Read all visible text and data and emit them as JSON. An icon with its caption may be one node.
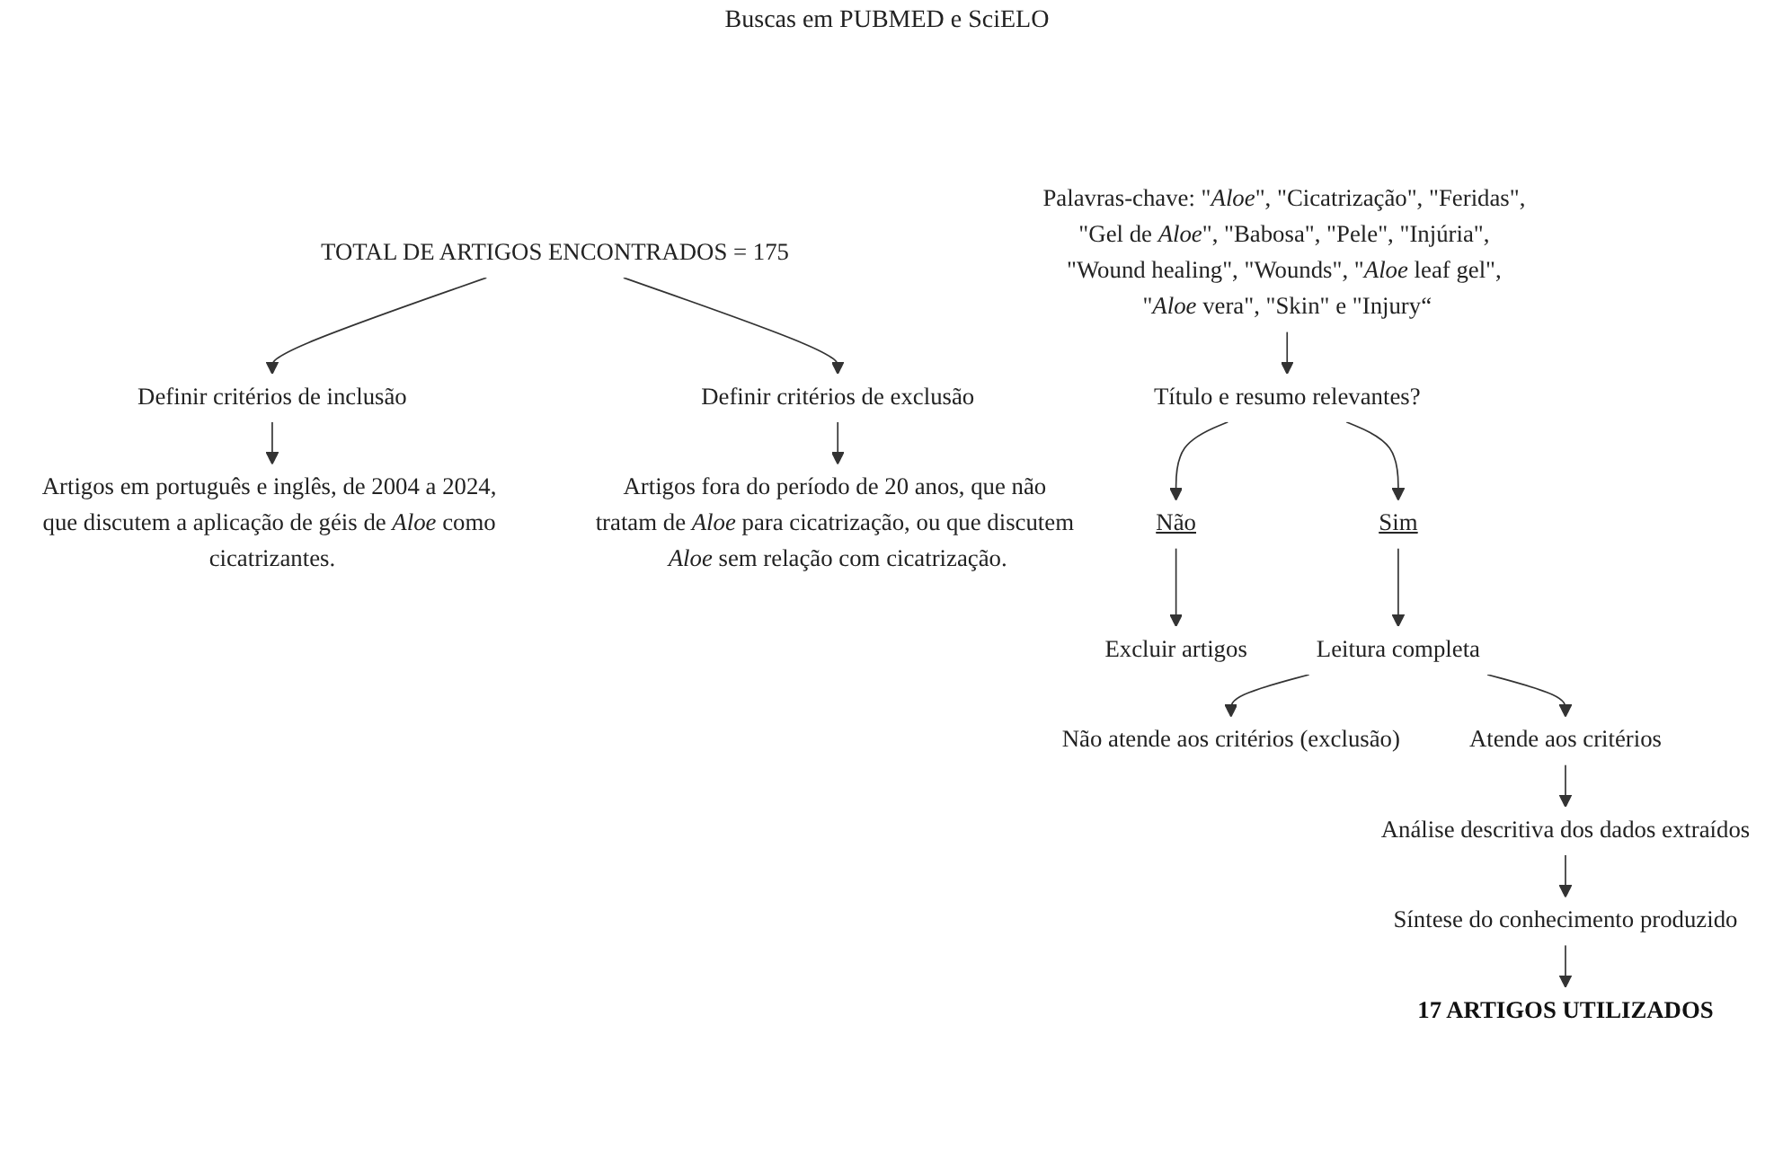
{
  "diagram": {
    "nodes": [
      {
        "text": [
          "TOTAL DE ARTIGOS ENCONTRADOS = 175"
        ]
      },
      {
        "text": [
          "Definir critérios de inclusão"
        ]
      },
      {
        "text": [
          "Definir critérios de exclusão"
        ]
      },
      {
        "text": [
          "Artigos em português e inglês, de 2004 a 2024, que discutem a aplicação de géis de *Aloe* como cicatrizantes."
        ]
      },
      {
        "text": [
          "Artigos fora do período de 20 anos, que não tratam de *Aloe* para cicatrização, ou que discutem *Aloe* sem relação com cicatrização."
        ]
      },
      {
        "text": [
          "Palavras-chave: \"*Aloe*\", \"Cicatrização\", \"Feridas\", \"Gel de *Aloe*\", \"Babosa\", \"Pele\", \"Injúria\", \"Wound healing\", \"Wounds\", \"*Aloe* leaf gel\", \"*Aloe* vera\", \"Skin\" e \"Injury“"
        ]
      },
      {
        "text": [
          "Título e resumo relevantes?"
        ]
      },
      {
        "text": [
          "Não"
        ]
      },
      {
        "text": [
          "Sim"
        ]
      },
      {
        "text": [
          "Excluir artigos"
        ]
      },
      {
        "text": [
          "Leitura completa"
        ]
      },
      {
        "text": [
          "Não atende aos critérios (exclusão)"
        ]
      },
      {
        "text": [
          "Atende aos critérios"
        ]
      },
      {
        "text": [
          "Análise descritiva dos dados extraídos"
        ]
      },
      {
        "text": [
          "Síntese do conhecimento produzido"
        ]
      },
      {
        "text": [
          "17 ARTIGOS UTILIZADOS"
        ]
      }
    ],
    "edges": [
      {
        "from": 0,
        "to": 1,
        "arrow": "to"
      },
      {
        "from": 0,
        "to": 2,
        "arrow": "to"
      },
      {
        "from": 1,
        "to": 3,
        "arrow": "to"
      },
      {
        "from": 2,
        "to": 4,
        "arrow": "to"
      },
      {
        "from": 5,
        "to": 6,
        "arrow": "to"
      },
      {
        "from": 6,
        "to": 7,
        "arrow": "to"
      },
      {
        "from": 6,
        "to": 8,
        "arrow": "to"
      },
      {
        "from": 7,
        "to": 9,
        "arrow": "to"
      },
      {
        "from": 8,
        "to": 10,
        "arrow": "to"
      },
      {
        "from": 10,
        "to": 11,
        "arrow": "to"
      },
      {
        "from": 10,
        "to": 12,
        "arrow": "to"
      },
      {
        "from": 12,
        "to": 13,
        "arrow": "to"
      },
      {
        "from": 13,
        "to": 14,
        "arrow": "to"
      },
      {
        "from": 14,
        "to": 15,
        "arrow": "to"
      }
    ],
    "labels": [
      "Buscas em PUBMED e SciELO"
    ]
  }
}
